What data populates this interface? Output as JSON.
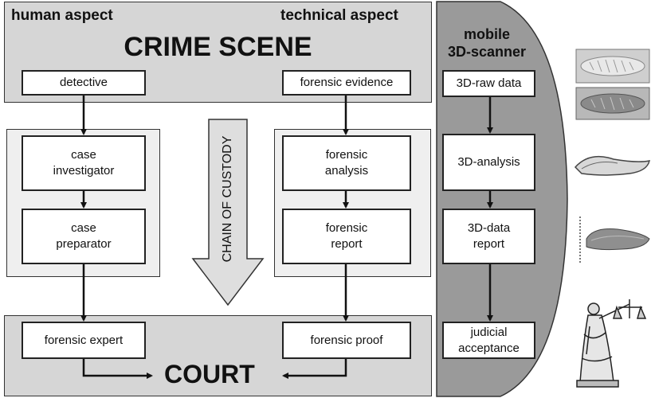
{
  "crime_scene": {
    "human_aspect": "human aspect",
    "technical_aspect": "technical aspect",
    "title": "CRIME SCENE"
  },
  "human": {
    "detective": "detective",
    "case_investigator": "case\ninvestigator",
    "case_preparator": "case\npreparator",
    "forensic_expert": "forensic expert"
  },
  "technical": {
    "forensic_evidence": "forensic evidence",
    "forensic_analysis": "forensic\nanalysis",
    "forensic_report": "forensic\nreport",
    "forensic_proof": "forensic proof"
  },
  "custody": {
    "label": "CHAIN OF CUSTODY"
  },
  "court": {
    "title": "COURT"
  },
  "scanner": {
    "title": "mobile\n3D-scanner",
    "raw_data": "3D-raw data",
    "analysis": "3D-analysis",
    "data_report": "3D-data\nreport",
    "judicial_acceptance": "judicial\nacceptance"
  },
  "colors": {
    "panel_light": "#d6d6d6",
    "panel_inner": "#efefef",
    "scanner_gray": "#9a9a9a",
    "stroke": "#222222"
  }
}
